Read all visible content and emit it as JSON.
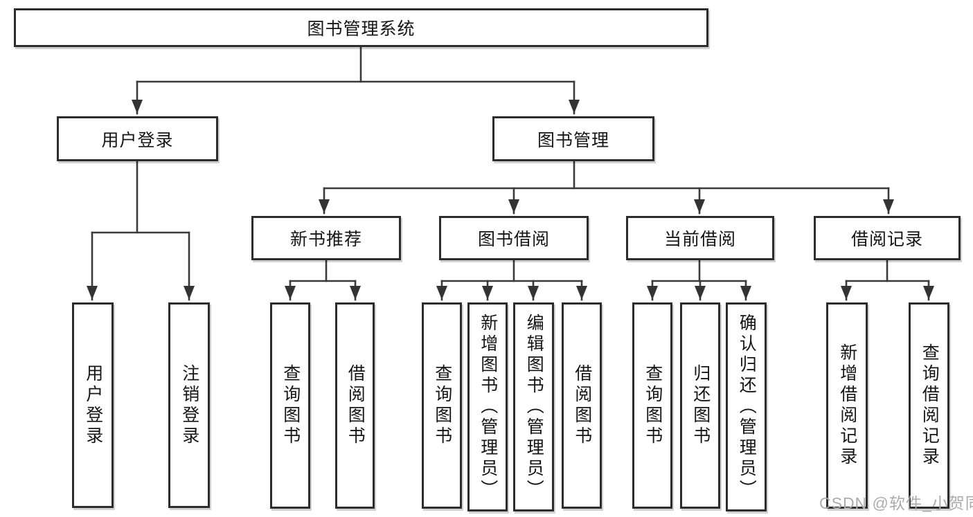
{
  "diagram_title": "图书管理系统",
  "colors": {
    "box_border": "#2d2d2d",
    "line": "#3a3a3a",
    "background": "#ffffff",
    "text": "#151515",
    "watermark": "#ababab"
  },
  "nodes": {
    "root": "图书管理系统",
    "level2": {
      "user_login": "用户登录",
      "book_management": "图书管理"
    },
    "level3": {
      "new_book_recommend": "新书推荐",
      "book_borrowing": "图书借阅",
      "current_borrowing": "当前借阅",
      "borrowing_records": "借阅记录"
    },
    "leaves": {
      "user_login": "用户登录",
      "logout": "注销登录",
      "recommend_query_books": "查询图书",
      "recommend_borrow_books": "借阅图书",
      "borrowing_query_books": "查询图书",
      "borrowing_add_books": "新增图书（管理员）",
      "borrowing_edit_books": "编辑图书（管理员）",
      "borrowing_borrow_books": "借阅图书",
      "current_query_books": "查询图书",
      "current_return_books": "归还图书",
      "current_confirm_return": "确认归还（管理员）",
      "records_add_record": "新增借阅记录",
      "records_query_record": "查询借阅记录"
    }
  },
  "watermark": {
    "text": "CSDN @软件_小贺同学"
  }
}
